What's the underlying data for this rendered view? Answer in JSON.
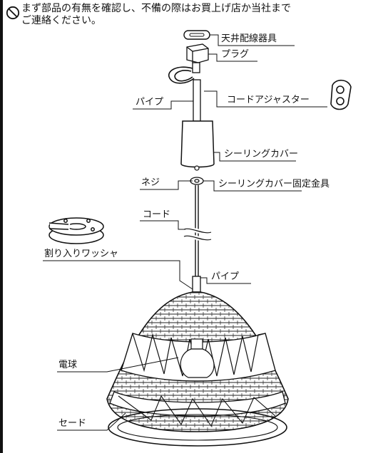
{
  "notice": {
    "icon": "prohibition-icon",
    "line1": "まず部品の有無を確認し、不備の際はお買上げ店か当社まで",
    "line2": "ご連絡ください。"
  },
  "labels": {
    "ceiling_fitting": "天井配線器具",
    "plug": "プラグ",
    "pipe_top": "パイプ",
    "cord_adjuster": "コードアジャスター",
    "ceiling_cover": "シーリングカバー",
    "screw": "ネジ",
    "cover_fixing": "シーリングカバー固定金具",
    "cord": "コード",
    "washer": "割り入りワッシャ",
    "pipe_bottom": "パイプ",
    "bulb": "電球",
    "shade": "セード"
  }
}
